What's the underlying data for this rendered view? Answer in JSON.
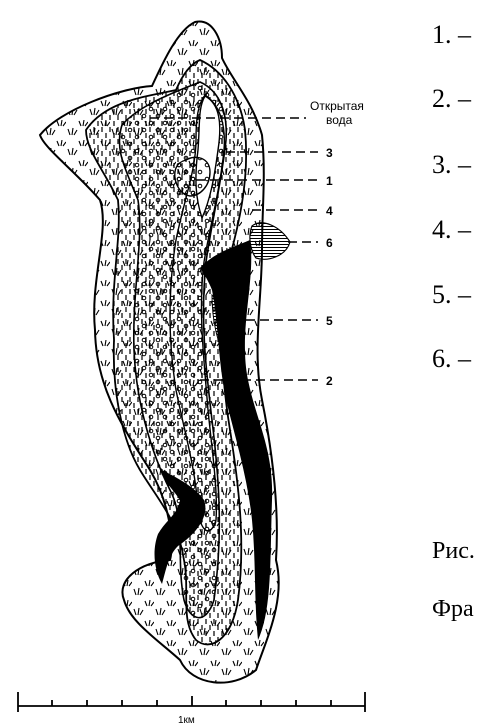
{
  "diagram": {
    "open_water_label_line1": "Открытая",
    "open_water_label_line2": "вода",
    "callouts": [
      "3",
      "1",
      "4",
      "6",
      "5",
      "2"
    ],
    "scale_label": "1км"
  },
  "legend": {
    "items": [
      "1. –",
      "2. –",
      "3. –",
      "4. –",
      "5. –",
      "6. –"
    ]
  },
  "caption": {
    "line1": "Рис.",
    "line2": "Фра"
  }
}
